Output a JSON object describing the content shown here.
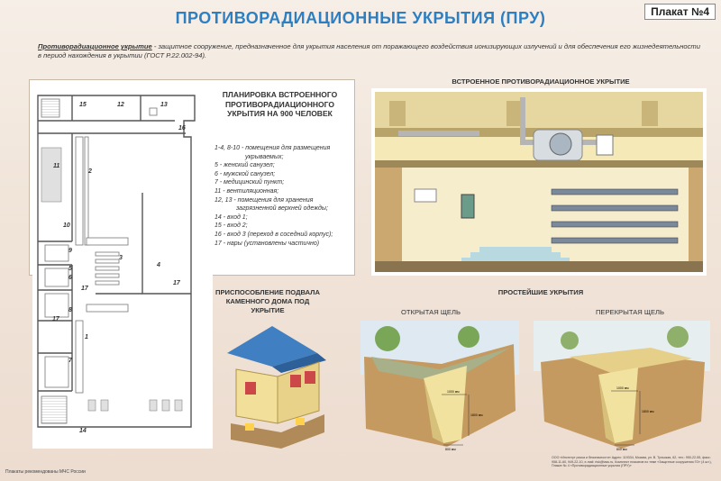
{
  "title": "ПРОТИВОРАДИАЦИОННЫЕ УКРЫТИЯ  (ПРУ)",
  "plakat_label": "Плакат №4",
  "definition": {
    "term": "Противорадиационное укрытие",
    "text": " - защитное сооружение, предназначенное для укрытия населения от поражающего воздействия ионизирующих излучений и для обеспечения его жизнедеятельности в период нахождения в укрытии (ГОСТ Р.22.002-94)."
  },
  "plan": {
    "title": "ПЛАНИРОВКА ВСТРОЕННОГО ПРОТИВОРАДИАЦИОННОГО УКРЫТИЯ НА 900 ЧЕЛОВЕК",
    "legend": [
      "1-4, 8-10 - помещения для размещения",
      "укрываемых;",
      "5 - женский санузел;",
      "6 - мужской санузел;",
      "7 - медицинский пункт;",
      "11 - вентиляционная;",
      "12, 13 - помещения для хранения",
      "загрязненной верхней одежды;",
      "14 - вход 1;",
      "15 - вход 2;",
      "16 - вход 3 (переход в соседний корпус);",
      "17 - нары (установлены частично)"
    ],
    "room_labels": [
      "15",
      "12",
      "13",
      "16",
      "11",
      "2",
      "10",
      "9",
      "3",
      "4",
      "5",
      "6",
      "17",
      "17",
      "8",
      "17",
      "1",
      "7",
      "14"
    ]
  },
  "sections": {
    "builtin": "ВСТРОЕННОЕ ПРОТИВОРАДИАЦИОННОЕ УКРЫТИЕ",
    "basement": "ПРИСПОСОБЛЕНИЕ ПОДВАЛА КАМЕННОГО ДОМА ПОД УКРЫТИЕ",
    "simple": "ПРОСТЕЙШИЕ УКРЫТИЯ",
    "open_trench": "ОТКРЫТАЯ ЩЕЛЬ",
    "covered_trench": "ПЕРЕКРЫТАЯ ЩЕЛЬ"
  },
  "dimensions": {
    "open_top": "1000 мм",
    "open_depth": "1800 мм",
    "open_bottom": "800 мм",
    "covered_top": "1000 мм",
    "covered_depth": "1800 мм",
    "covered_bottom": "800 мм"
  },
  "footnote": "Плакаты рекомендованы МЧС России",
  "contact": "ООО «Институт риска и безопасности» Адрес: 119334, Москва, ул. В. Тульская, 62, тел.: 950-22-55, факс: 958-11-60, 949-22-10, e-mail: risk@tass.ru, Комплект плакатов по теме «Защитные сооружения ГО» (4 шт.), Плакат № 4 «Противорадиационные укрытия (ПРУ)»"
}
